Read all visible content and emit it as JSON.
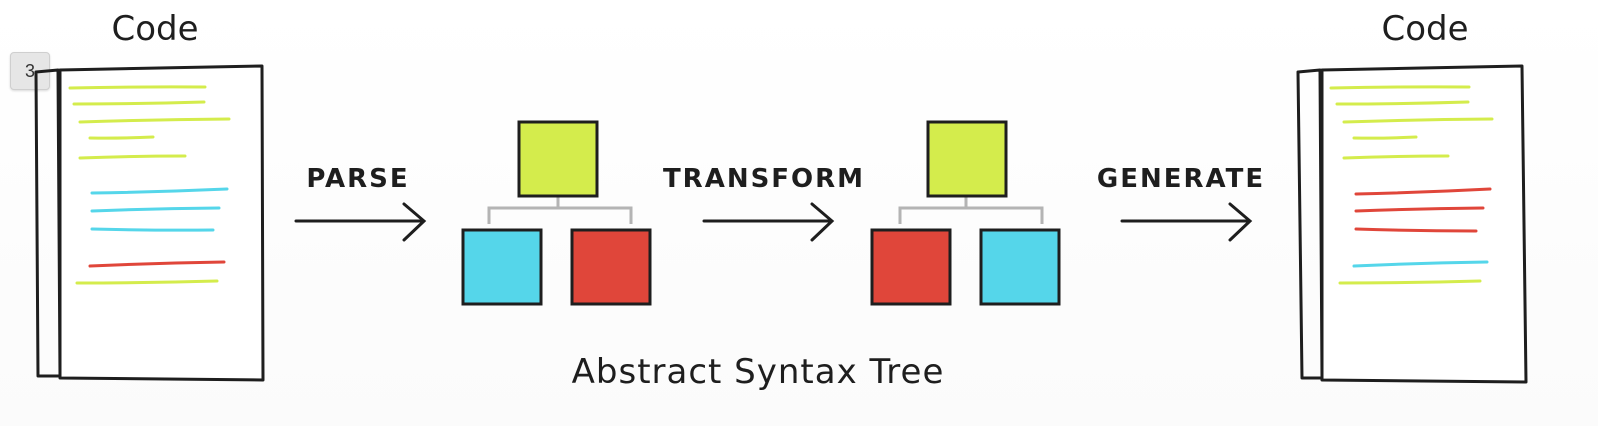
{
  "slide_number": "3",
  "labels": {
    "code_left": "Code",
    "code_right": "Code",
    "parse": "PARSE",
    "transform": "TRANSFORM",
    "generate": "GENERATE",
    "ast": "Abstract Syntax Tree"
  },
  "colors": {
    "yellow_green": "#d4ec4c",
    "cyan": "#55d6ea",
    "red": "#e0463a",
    "connector": "#b4b4b4",
    "ink": "#1e1e1e"
  },
  "left_document_lines": [
    "yellow_green",
    "yellow_green",
    "yellow_green",
    "yellow_green",
    "yellow_green",
    "cyan",
    "cyan",
    "cyan",
    "red",
    "yellow_green"
  ],
  "right_document_lines": [
    "yellow_green",
    "yellow_green",
    "yellow_green",
    "yellow_green",
    "yellow_green",
    "red",
    "red",
    "red",
    "cyan",
    "yellow_green"
  ],
  "tree_before": {
    "root": "yellow_green",
    "children": [
      "cyan",
      "red"
    ]
  },
  "tree_after": {
    "root": "yellow_green",
    "children": [
      "red",
      "cyan"
    ]
  }
}
